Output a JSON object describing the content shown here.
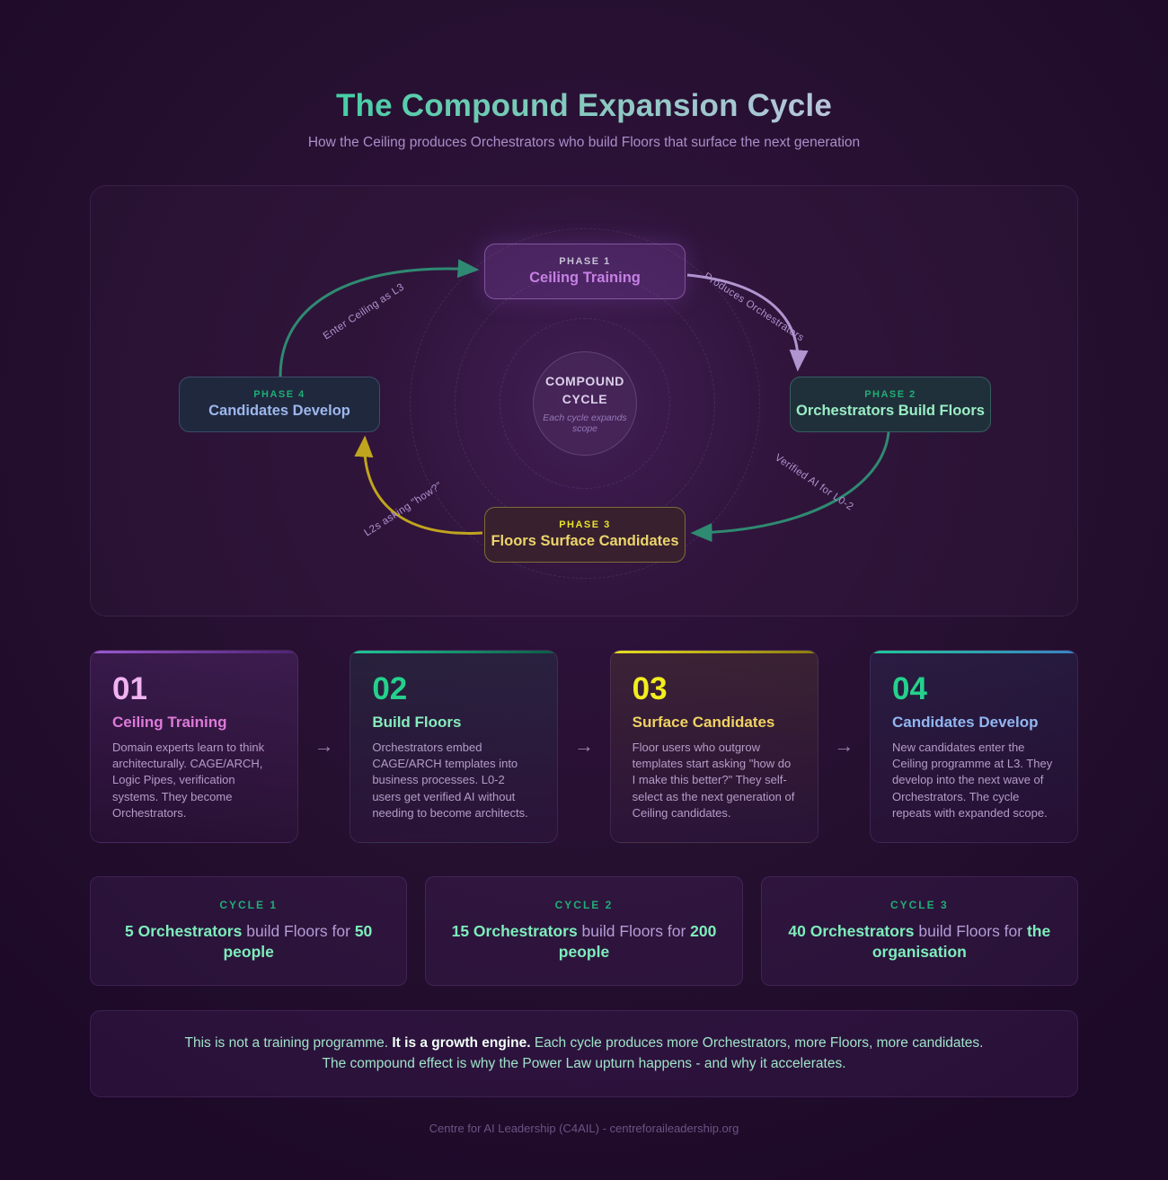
{
  "header": {
    "title": "The Compound Expansion Cycle",
    "subtitle": "How the Ceiling produces Orchestrators who build Floors that surface the next generation"
  },
  "cycle_diagram": {
    "center": {
      "title_line1": "COMPOUND",
      "title_line2": "CYCLE",
      "subtitle": "Each cycle expands scope"
    },
    "phases": [
      {
        "label": "PHASE 1",
        "title": "Ceiling Training"
      },
      {
        "label": "PHASE 2",
        "title": "Orchestrators Build Floors"
      },
      {
        "label": "PHASE 3",
        "title": "Floors Surface Candidates"
      },
      {
        "label": "PHASE 4",
        "title": "Candidates Develop"
      }
    ],
    "edges": [
      {
        "label": "Enter Ceiling as L3",
        "color": "#2f8a72"
      },
      {
        "label": "Produces Orchestrators",
        "color": "#b195cf"
      },
      {
        "label": "Verified AI for L0-2",
        "color": "#2f8a72"
      },
      {
        "label": "L2s asking \"how?\"",
        "color": "#c0a51e"
      }
    ]
  },
  "steps": [
    {
      "number": "01",
      "title": "Ceiling Training",
      "description": "Domain experts learn to think architecturally. CAGE/ARCH, Logic Pipes, verification systems. They become Orchestrators."
    },
    {
      "number": "02",
      "title": "Build Floors",
      "description": "Orchestrators embed CAGE/ARCH templates into business processes. L0-2 users get verified AI without needing to become architects."
    },
    {
      "number": "03",
      "title": "Surface Candidates",
      "description": "Floor users who outgrow templates start asking \"how do I make this better?\" They self-select as the next generation of Ceiling candidates."
    },
    {
      "number": "04",
      "title": "Candidates Develop",
      "description": "New candidates enter the Ceiling programme at L3. They develop into the next wave of Orchestrators. The cycle repeats with expanded scope."
    }
  ],
  "step_arrow": "→",
  "cycles": [
    {
      "label": "CYCLE 1",
      "bold_start": "5 Orchestrators",
      "middle": " build Floors for ",
      "bold_end": "50 people"
    },
    {
      "label": "CYCLE 2",
      "bold_start": "15 Orchestrators",
      "middle": " build Floors for ",
      "bold_end": "200 people"
    },
    {
      "label": "CYCLE 3",
      "bold_start": "40 Orchestrators",
      "middle": " build Floors for ",
      "bold_end": "the organisation"
    }
  ],
  "summary": {
    "part1": "This is not a training programme. ",
    "bold": "It is a growth engine. ",
    "part2": "Each cycle produces more Orchestrators, more Floors, more candidates.",
    "part3": "The compound effect is why the Power Law upturn happens - and why it accelerates."
  },
  "footer": "Centre for AI Leadership (C4AIL) - centreforaileadership.org",
  "colors": {
    "title_gradient_start": "#45cfa5",
    "title_gradient_end": "#b9c5dc",
    "teal_accent": "#1fae76",
    "mint": "#7dedbb",
    "yellow": "#f2ee1f",
    "purple": "#c57fe3",
    "periwinkle": "#9db7ec"
  }
}
